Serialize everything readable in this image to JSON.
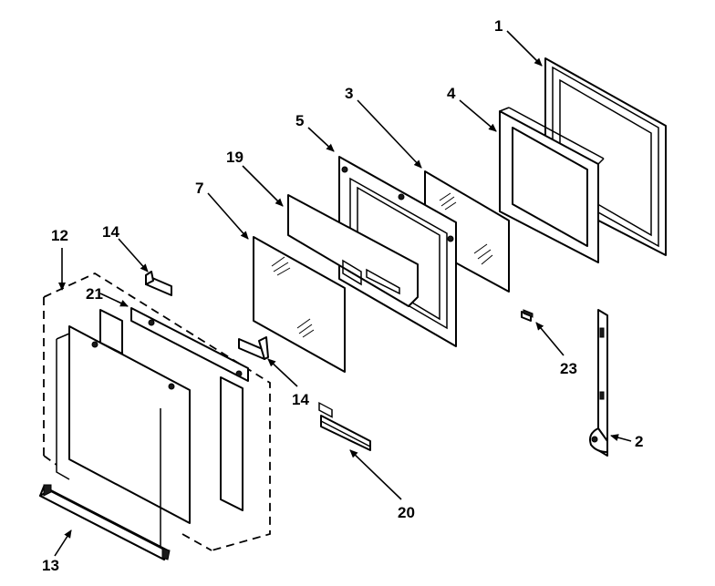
{
  "diagram": {
    "callouts": [
      {
        "id": "c1",
        "label": "1"
      },
      {
        "id": "c2",
        "label": "2"
      },
      {
        "id": "c3",
        "label": "3"
      },
      {
        "id": "c4",
        "label": "4"
      },
      {
        "id": "c5",
        "label": "5"
      },
      {
        "id": "c7",
        "label": "7"
      },
      {
        "id": "c12",
        "label": "12"
      },
      {
        "id": "c13",
        "label": "13"
      },
      {
        "id": "c14a",
        "label": "14"
      },
      {
        "id": "c14b",
        "label": "14"
      },
      {
        "id": "c19",
        "label": "19"
      },
      {
        "id": "c20",
        "label": "20"
      },
      {
        "id": "c21",
        "label": "21"
      },
      {
        "id": "c23",
        "label": "23"
      }
    ]
  }
}
